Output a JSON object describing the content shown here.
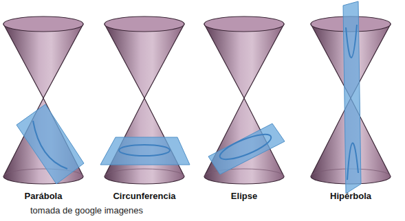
{
  "diagram": {
    "caption": "tomada de google imagenes",
    "labels": [
      "Parábola",
      "Circunferencia",
      "Elipse",
      "Hipérbola"
    ]
  }
}
